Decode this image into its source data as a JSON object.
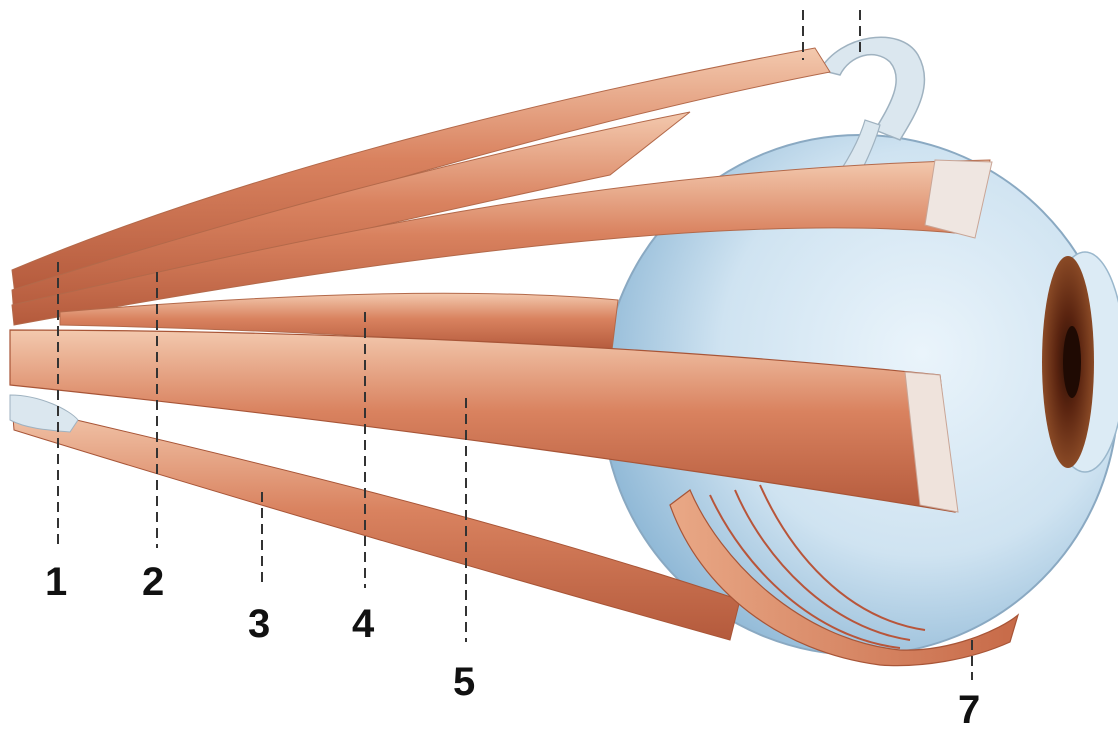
{
  "diagram": {
    "labels": [
      {
        "id": "1",
        "text": "1"
      },
      {
        "id": "2",
        "text": "2"
      },
      {
        "id": "3",
        "text": "3"
      },
      {
        "id": "4",
        "text": "4"
      },
      {
        "id": "5",
        "text": "5"
      },
      {
        "id": "7",
        "text": "7"
      }
    ]
  },
  "colors": {
    "muscle": "#d9825f",
    "muscle_light": "#f2c1a5",
    "muscle_dark": "#b8553a",
    "eyeball": "#cfe3f1",
    "eyeball_shade": "#9fc4de",
    "iris": "#7a3a1e",
    "pupil": "#2b0f05",
    "tendon": "#d8e6ee",
    "leader_line": "#333333"
  }
}
